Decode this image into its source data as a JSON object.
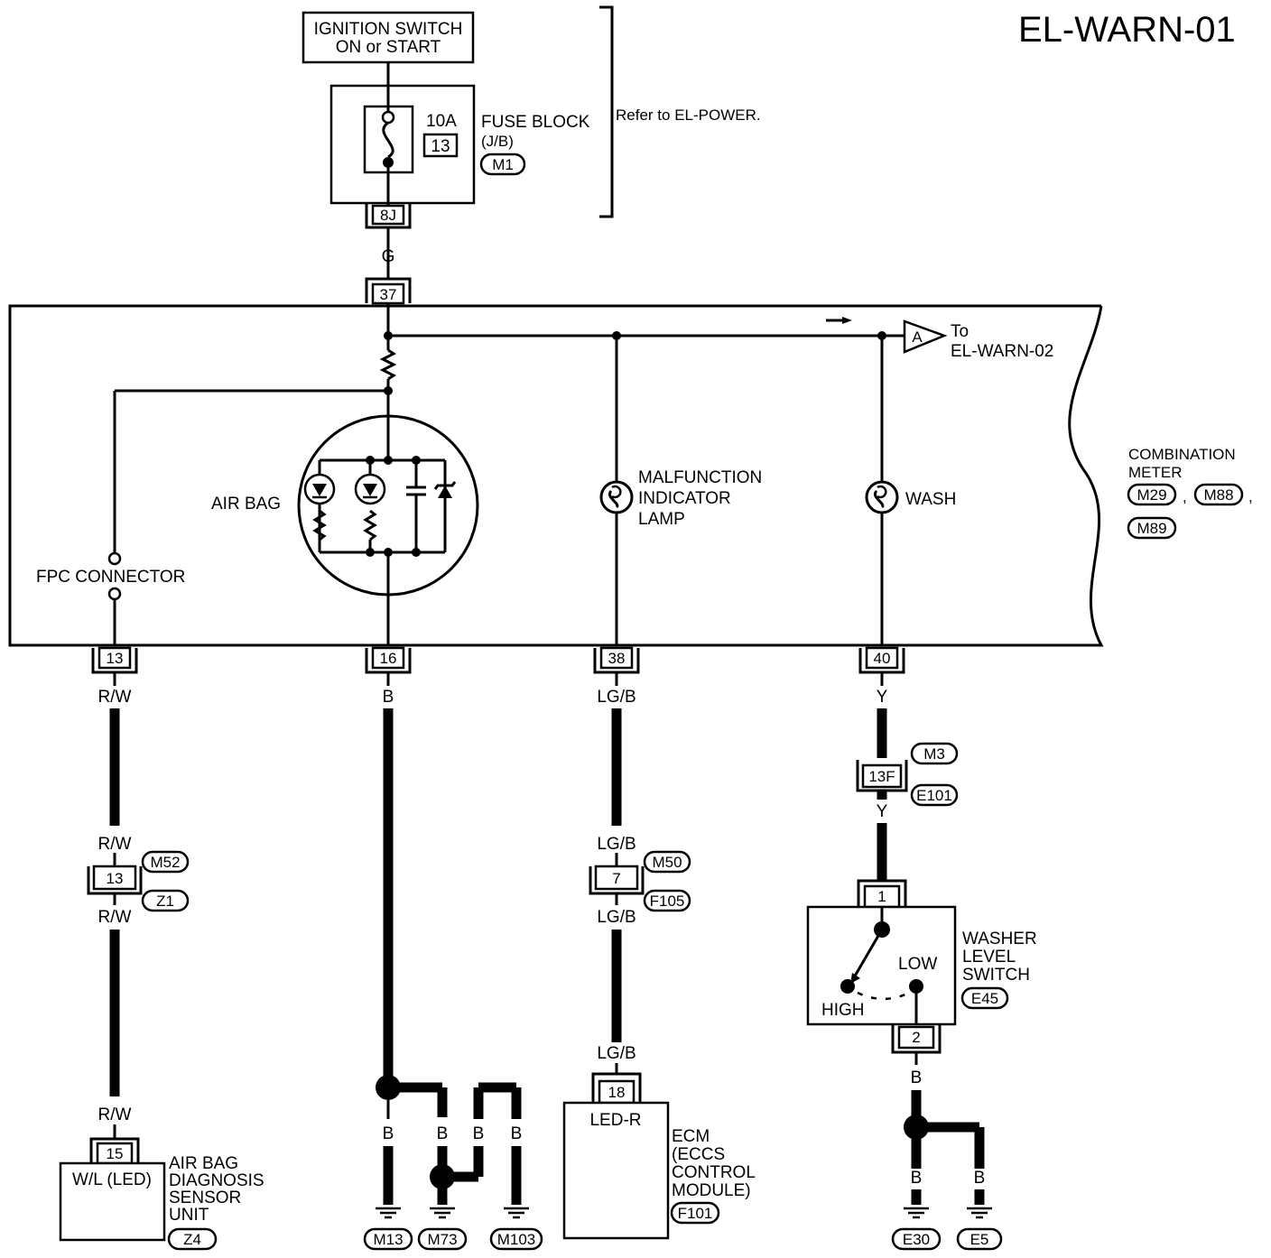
{
  "page_title": "EL-WARN-01",
  "ignition": {
    "line1": "IGNITION SWITCH",
    "line2": "ON or START"
  },
  "fuse_block": {
    "amp": "10A",
    "fuse_no": "13",
    "label": "FUSE BLOCK",
    "sub": "(J/B)",
    "connector": "M1",
    "terminal": "8J"
  },
  "power_ref": "Refer to EL-POWER.",
  "wire_g": "G",
  "meter": {
    "label_line1": "COMBINATION",
    "label_line2": "METER",
    "connectors": [
      "M29",
      "M88",
      "M89"
    ],
    "comma1": ",",
    "comma2": ",",
    "terminal_in": "37",
    "airbag_label": "AIR BAG",
    "fpc_label": "FPC CONNECTOR",
    "mil_label": [
      "MALFUNCTION",
      "INDICATOR",
      "LAMP"
    ],
    "wash_label": "WASH"
  },
  "connector_a": {
    "letter": "A",
    "to": "To",
    "dest": "EL-WARN-02"
  },
  "branches": {
    "airbag_sensor": {
      "terminal": "13",
      "wire": "R/W",
      "joint_pin": "13",
      "joint_conn": [
        "M52",
        "Z1"
      ],
      "unit_pin": "15",
      "unit_text": "W/L (LED)",
      "unit_label": [
        "AIR BAG",
        "DIAGNOSIS",
        "SENSOR",
        "UNIT"
      ],
      "unit_conn": "Z4"
    },
    "ground_main": {
      "terminal": "16",
      "wire": "B",
      "grounds": [
        "M13",
        "M73",
        "M103"
      ]
    },
    "ecm": {
      "terminal": "38",
      "wire": "LG/B",
      "joint_pin": "7",
      "joint_conn": [
        "M50",
        "F105"
      ],
      "unit_pin": "18",
      "unit_text": "LED-R",
      "unit_label": [
        "ECM",
        "(ECCS",
        "CONTROL",
        "MODULE)"
      ],
      "unit_conn": "F101"
    },
    "washer": {
      "terminal": "40",
      "wire": "Y",
      "joint_pin": "13F",
      "joint_conn": [
        "M3",
        "E101"
      ],
      "switch_pin_in": "1",
      "switch_pin_out": "2",
      "high": "HIGH",
      "low": "LOW",
      "switch_label": [
        "WASHER",
        "LEVEL",
        "SWITCH"
      ],
      "switch_conn": "E45",
      "wire_out": "B",
      "grounds": [
        "E30",
        "E5"
      ]
    }
  }
}
